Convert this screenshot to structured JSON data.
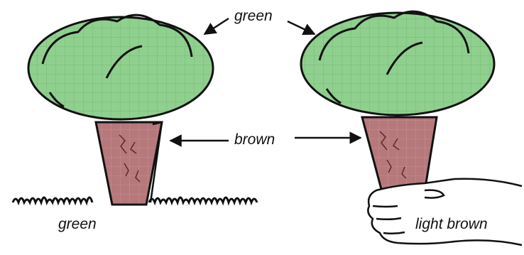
{
  "labels": {
    "green_top": "green",
    "brown": "brown",
    "green_bottom": "green",
    "light_brown": "light brown"
  },
  "colors": {
    "canopy_fill": "#8fd08f",
    "canopy_grid": "#6fb26f",
    "trunk_fill": "#b06a6e",
    "trunk_grid": "#c98a8d",
    "ink": "#111111"
  },
  "icons": {
    "left_figure": "tree-in-grass-icon",
    "right_figure": "tree-in-hand-icon"
  }
}
